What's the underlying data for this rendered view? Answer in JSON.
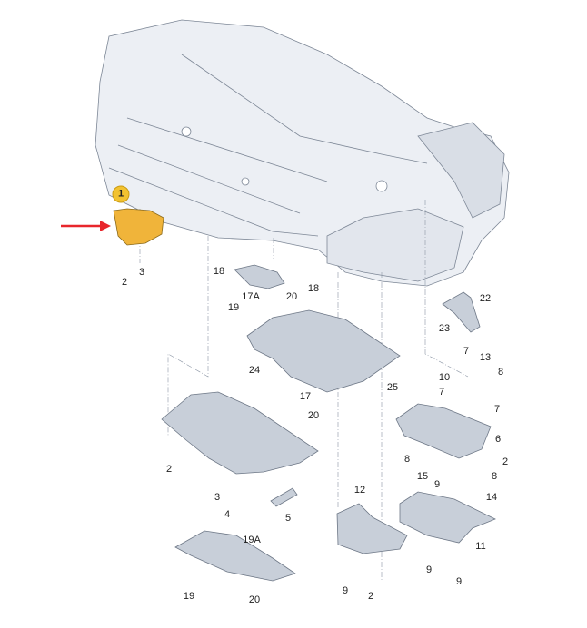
{
  "diagram": {
    "highlighted_part": "1",
    "pointer_arrow_color": "#e8262b",
    "highlight_color": "#f0b43a",
    "callouts": [
      "2",
      "3",
      "18",
      "17A",
      "20",
      "19",
      "18",
      "24",
      "17",
      "20",
      "25",
      "22",
      "23",
      "7",
      "13",
      "8",
      "10",
      "7",
      "7",
      "6",
      "8",
      "2",
      "15",
      "8",
      "9",
      "14",
      "2",
      "3",
      "4",
      "5",
      "12",
      "11",
      "9",
      "9",
      "9",
      "2",
      "19A",
      "19",
      "20"
    ]
  }
}
